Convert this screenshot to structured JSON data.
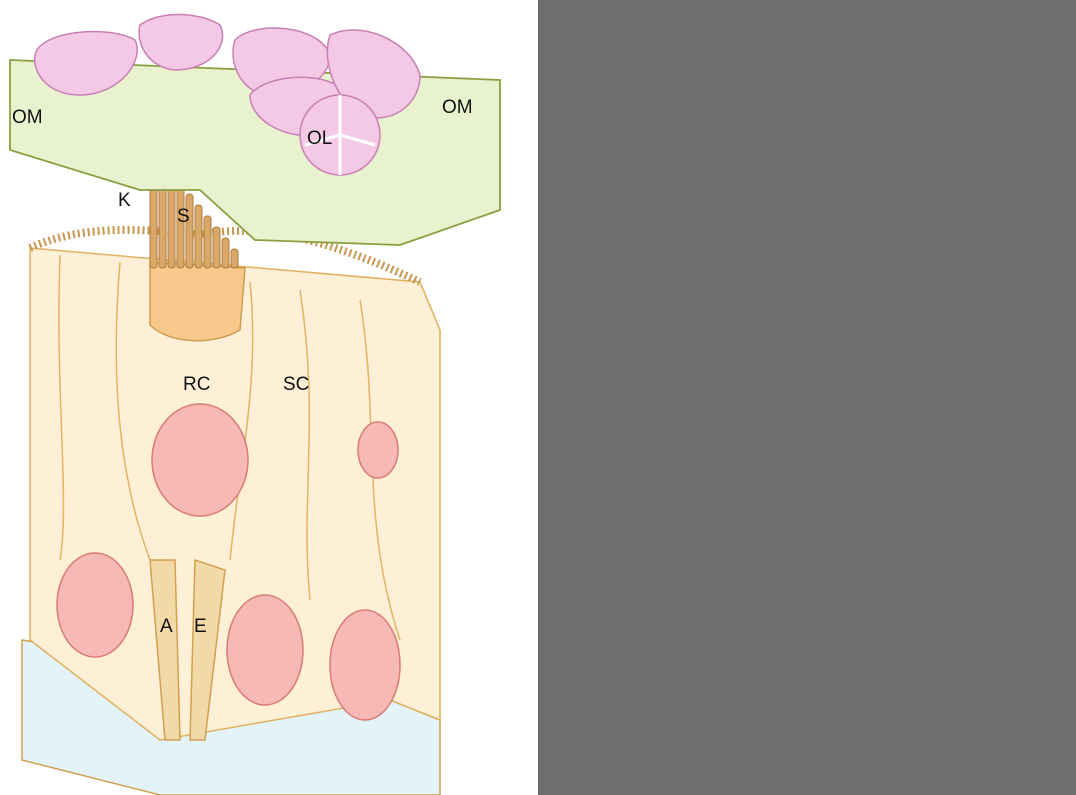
{
  "labels": {
    "om_left": "OM",
    "om_right": "OM",
    "ol": "OL",
    "k": "K",
    "s": "S",
    "rc": "RC",
    "sc": "SC",
    "a": "A",
    "e": "E"
  },
  "colors": {
    "membrane_fill": "#e9f2cf",
    "membrane_stroke": "#8aa040",
    "otolith_fill": "#f3c9e6",
    "cell_fill": "#fdf0d7",
    "cell_stroke": "#e0b060",
    "nucleus_fill": "#f7b9b5",
    "bundle_fill": "#d9a868",
    "micrograph_fill": "#6e6e6e"
  }
}
